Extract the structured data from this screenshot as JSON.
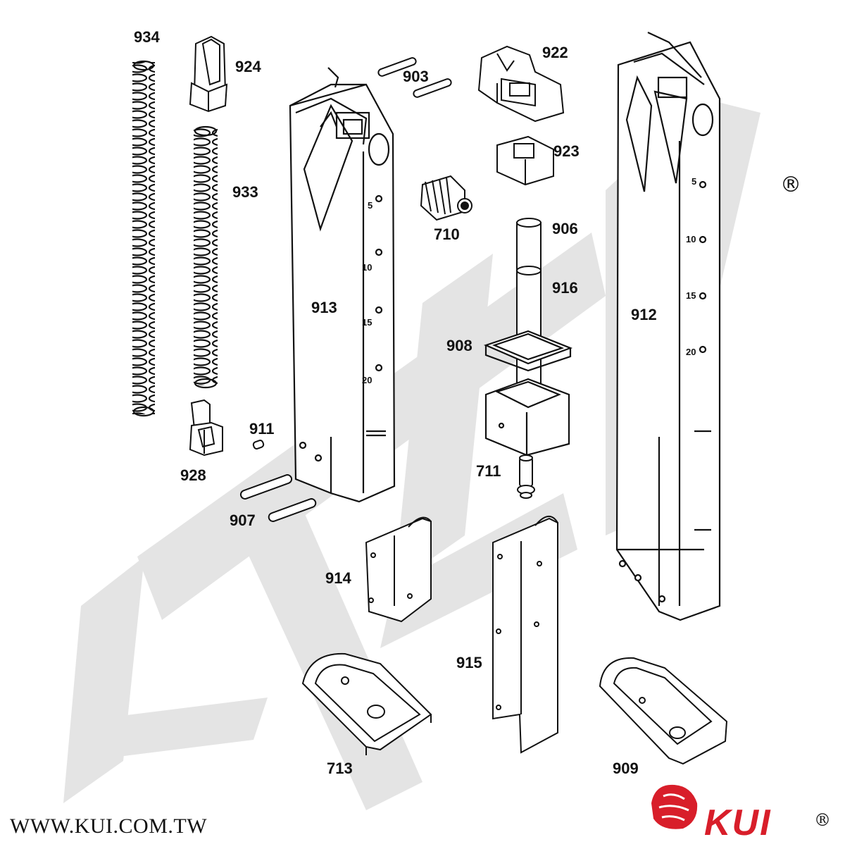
{
  "diagram": {
    "part_labels": {
      "p934": "934",
      "p924": "924",
      "p933": "933",
      "p928": "928",
      "p911": "911",
      "p907": "907",
      "p903": "903",
      "p913": "913",
      "p710": "710",
      "p922": "922",
      "p923": "923",
      "p906": "906",
      "p916": "916",
      "p908": "908",
      "p711": "711",
      "p914": "914",
      "p915": "915",
      "p713": "713",
      "p912": "912",
      "p909": "909"
    },
    "round_markings": [
      "5",
      "10",
      "15",
      "20"
    ],
    "watermark_text": "KUI",
    "registered_mark": "®"
  },
  "footer": {
    "website": "WWW.KUI.COM.TW",
    "brand_name": "KUI",
    "brand_registered": "®"
  },
  "colors": {
    "line": "#111111",
    "watermark": "#e4e4e4",
    "brand_red": "#d81e2a"
  }
}
